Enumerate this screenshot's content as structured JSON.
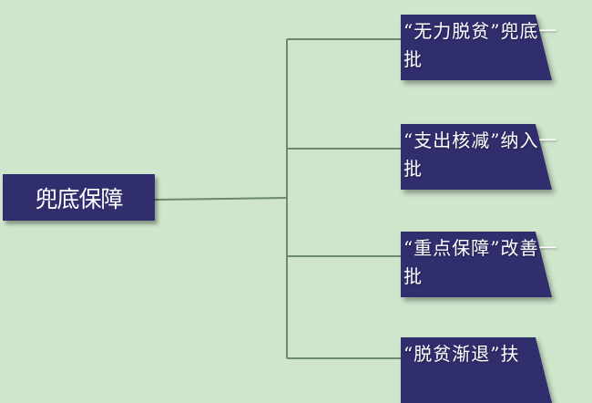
{
  "diagram": {
    "root": {
      "label": "兜底保障"
    },
    "branches": [
      {
        "label": "“无力脱贫”兜底一批"
      },
      {
        "label": "“支出核减”纳入一批"
      },
      {
        "label": "“重点保障”改善一批"
      },
      {
        "label": "“脱贫渐退”扶"
      }
    ]
  },
  "colors": {
    "background": "#cfe6cd",
    "node_fill": "#312e6e",
    "connector": "#6a8a6a",
    "text": "#ffffff"
  }
}
